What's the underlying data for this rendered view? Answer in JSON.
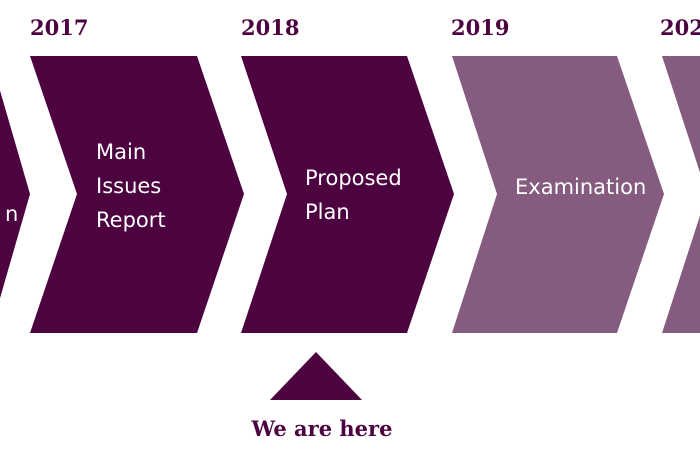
{
  "colors": {
    "dark": "#4d0340",
    "light": "#855b7f",
    "background": "#ffffff"
  },
  "years": [
    "2017",
    "2018",
    "2019",
    "202"
  ],
  "stages": [
    {
      "lines": [
        "n"
      ],
      "style": "dark"
    },
    {
      "lines": [
        "Main",
        "Issues",
        "Report"
      ],
      "style": "dark"
    },
    {
      "lines": [
        "Proposed",
        "Plan"
      ],
      "style": "dark"
    },
    {
      "lines": [
        "Examination"
      ],
      "style": "light"
    },
    {
      "lines": [],
      "style": "light"
    }
  ],
  "marker": {
    "label": "We are here",
    "icon": "triangle-up-icon"
  }
}
